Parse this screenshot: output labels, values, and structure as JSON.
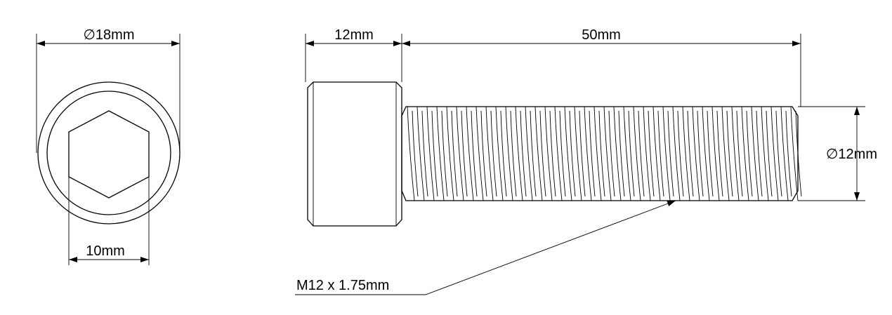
{
  "dimensions": {
    "head_diameter": "∅18mm",
    "hex_socket": "10mm",
    "head_length": "12mm",
    "shank_length": "50mm",
    "shank_diameter": "∅12mm",
    "thread_spec": "M12 x 1.75mm"
  }
}
